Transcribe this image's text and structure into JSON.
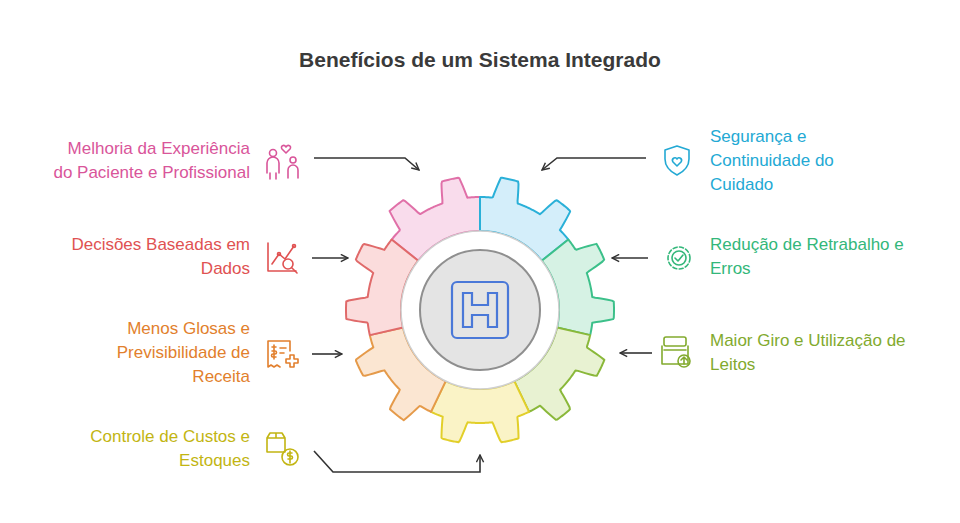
{
  "diagram": {
    "title": "Benefícios de um Sistema Integrado",
    "labels": [
      "Melhoria da Experiência do Paciente e Profissional",
      "Segurança e Continuidade do Cuidado",
      "Decisões Baseadas em Dados",
      "Redução de Retrabalho e Erros",
      "Menos Glosas e Previsibilidade de Receita",
      "Maior Giro e Utilização de Leitos",
      "Controle de Custos e Estoques"
    ]
  }
}
